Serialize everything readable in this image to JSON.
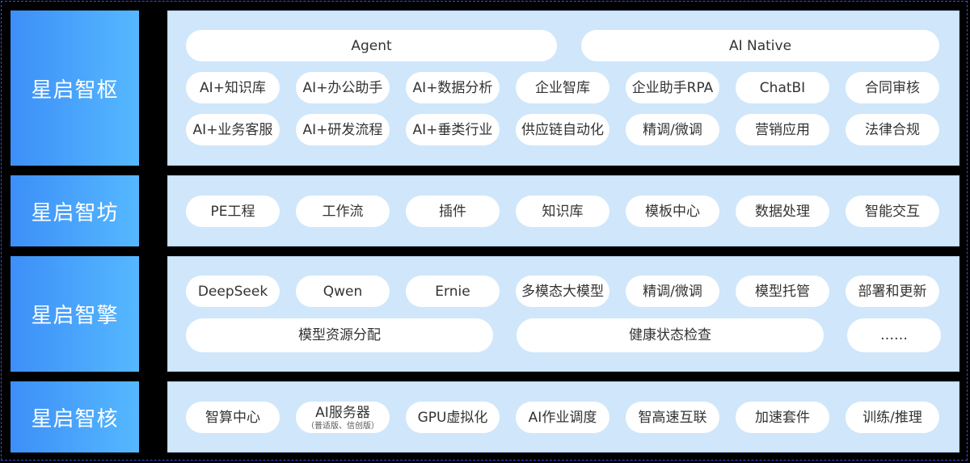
{
  "layers": [
    {
      "label": "星启智枢",
      "rows": [
        [
          "Agent",
          "AI Native"
        ],
        [
          "AI+知识库",
          "AI+办公助手",
          "AI+数据分析",
          "企业智库",
          "企业助手RPA",
          "ChatBI",
          "合同审核"
        ],
        [
          "AI+业务客服",
          "AI+研发流程",
          "AI+垂类行业",
          "供应链自动化",
          "精调/微调",
          "营销应用",
          "法律合规"
        ]
      ]
    },
    {
      "label": "星启智坊",
      "rows": [
        [
          "PE工程",
          "工作流",
          "插件",
          "知识库",
          "模板中心",
          "数据处理",
          "智能交互"
        ]
      ]
    },
    {
      "label": "星启智擎",
      "rows": [
        [
          "DeepSeek",
          "Qwen",
          "Ernie",
          "多模态大模型",
          "精调/微调",
          "模型托管",
          "部署和更新"
        ],
        [
          "模型资源分配",
          "健康状态检查",
          "……"
        ]
      ]
    },
    {
      "label": "星启智核",
      "rows": [
        [
          "智算中心",
          "AI服务器",
          "GPU虚拟化",
          "AI作业调度",
          "智高速互联",
          "加速套件",
          "训练/推理"
        ]
      ],
      "sub_labels": {
        "1": "（普适版、信创版）"
      }
    }
  ]
}
